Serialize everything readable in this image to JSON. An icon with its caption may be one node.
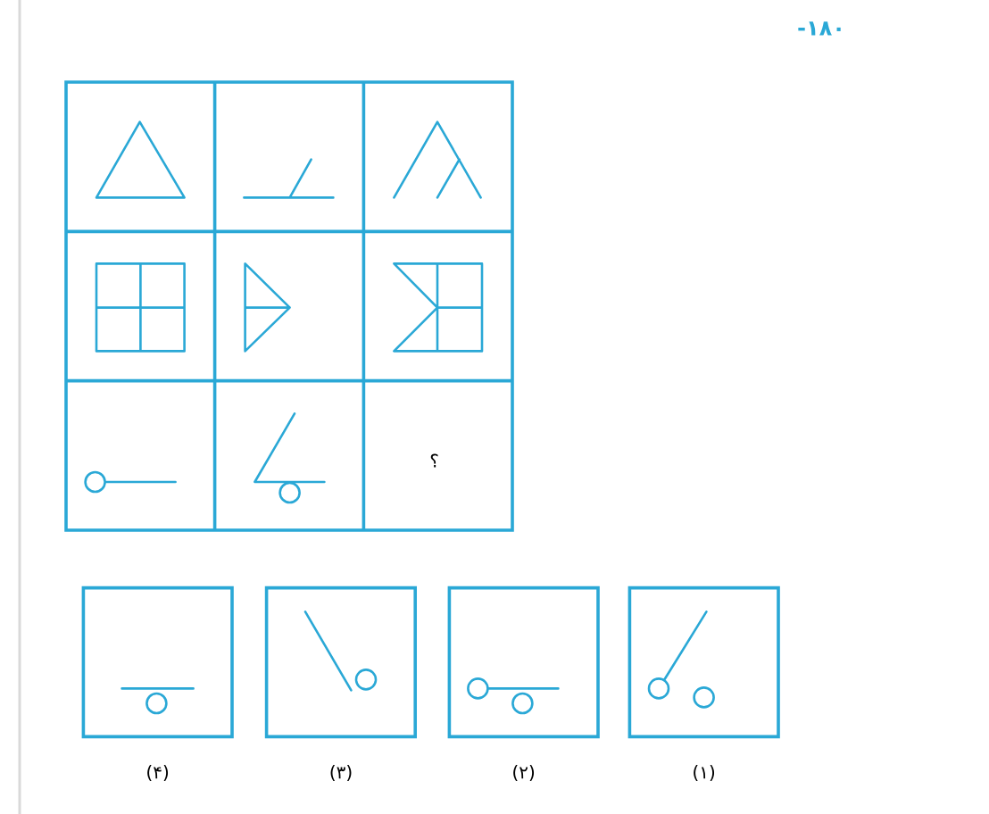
{
  "diagram": {
    "labels": [
      "-۱۸۰",
      "؟",
      "(۴)",
      "(۳)",
      "(۲)",
      "(۱)"
    ]
  }
}
